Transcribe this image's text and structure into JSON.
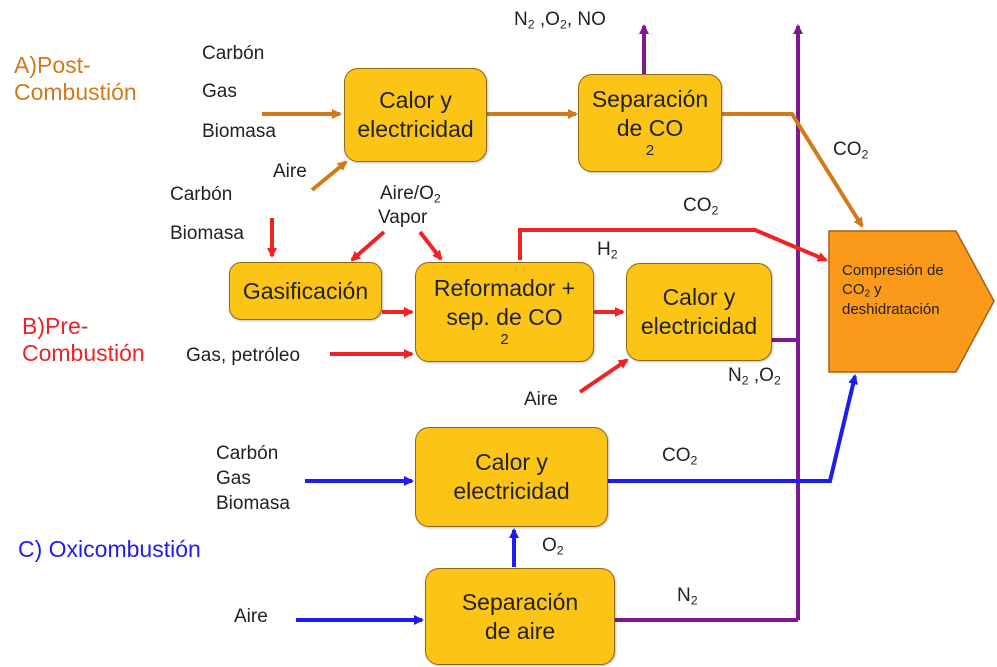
{
  "colors": {
    "post": "#d17a1c",
    "pre": "#ef2323",
    "oxi": "#1d1df2",
    "purple": "#7d1a8e",
    "box_fill": "#fcc515",
    "compression_fill": "#fb9a1a"
  },
  "sections": {
    "post_line1": "A)Post-",
    "post_line2": "Combustión",
    "pre_line1": "B)Pre-",
    "pre_line2": "Combustión",
    "oxi": "C) Oxicombustión"
  },
  "boxes": {
    "calor1_l1": "Calor y",
    "calor1_l2": "electricidad",
    "sep_co2_l1": "Separación",
    "sep_co2_l2_a": "de CO",
    "sep_co2_l2_sub": "2",
    "gasificacion": "Gasificación",
    "reform_l1": "Reformador +",
    "reform_l2_a": "sep. de CO",
    "reform_l2_sub": "2",
    "calor2_l1": "Calor y",
    "calor2_l2": "electricidad",
    "calor3_l1": "Calor  y",
    "calor3_l2": "electricidad",
    "sep_aire_l1": "Separación",
    "sep_aire_l2": "de aire",
    "comp_l1": "Compresión de",
    "comp_l2_a": "CO",
    "comp_l2_sub": "2",
    "comp_l2_b": " y",
    "comp_l3": "deshidratación"
  },
  "labels": {
    "post_carbon": "Carbón",
    "post_gas": "Gas",
    "post_biomasa": "Biomasa",
    "post_aire": "Aire",
    "exhaust_a": "N",
    "exhaust_s1": "2",
    "exhaust_b": " ,O",
    "exhaust_s2": "2",
    "exhaust_c": ", NO",
    "co2_post_a": "CO",
    "co2_post_s": "2",
    "pre_carbon": "Carbón",
    "pre_biomasa": "Biomasa",
    "aire_o2_a": "Aire/O",
    "aire_o2_s": "2",
    "vapor": "Vapor",
    "co2_pre_a": "CO",
    "co2_pre_s": "2",
    "h2_a": "H",
    "h2_s": "2",
    "gas_petroleo": "Gas, petróleo",
    "pre_aire": "Aire",
    "n2o2_a": "N",
    "n2o2_s1": "2",
    "n2o2_b": " ,O",
    "n2o2_s2": "2",
    "oxi_carbon": "Carbón",
    "oxi_gas": "Gas",
    "oxi_biomasa": "Biomasa",
    "co2_oxi_a": "CO",
    "co2_oxi_s": "2",
    "o2_a": "O",
    "o2_s": "2",
    "oxi_aire": "Aire",
    "n2_a": "N",
    "n2_s": "2"
  }
}
